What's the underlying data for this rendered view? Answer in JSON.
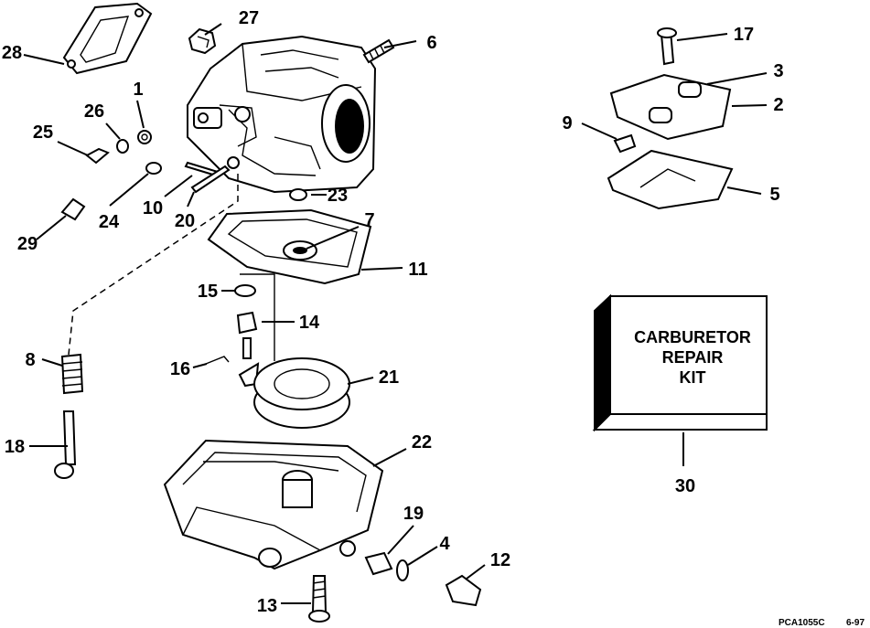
{
  "diagram": {
    "parts": [
      {
        "id": "p1",
        "num": "1"
      },
      {
        "id": "p2",
        "num": "2"
      },
      {
        "id": "p3",
        "num": "3"
      },
      {
        "id": "p4",
        "num": "4"
      },
      {
        "id": "p5",
        "num": "5"
      },
      {
        "id": "p6",
        "num": "6"
      },
      {
        "id": "p7",
        "num": "7"
      },
      {
        "id": "p8",
        "num": "8"
      },
      {
        "id": "p9",
        "num": "9"
      },
      {
        "id": "p10",
        "num": "10"
      },
      {
        "id": "p11",
        "num": "11"
      },
      {
        "id": "p12",
        "num": "12"
      },
      {
        "id": "p13",
        "num": "13"
      },
      {
        "id": "p14",
        "num": "14"
      },
      {
        "id": "p15",
        "num": "15"
      },
      {
        "id": "p16",
        "num": "16"
      },
      {
        "id": "p17",
        "num": "17"
      },
      {
        "id": "p18",
        "num": "18"
      },
      {
        "id": "p19",
        "num": "19"
      },
      {
        "id": "p20",
        "num": "20"
      },
      {
        "id": "p21",
        "num": "21"
      },
      {
        "id": "p22",
        "num": "22"
      },
      {
        "id": "p23",
        "num": "23"
      },
      {
        "id": "p24",
        "num": "24"
      },
      {
        "id": "p25",
        "num": "25"
      },
      {
        "id": "p26",
        "num": "26"
      },
      {
        "id": "p27",
        "num": "27"
      },
      {
        "id": "p28",
        "num": "28"
      },
      {
        "id": "p29",
        "num": "29"
      },
      {
        "id": "p30",
        "num": "30"
      }
    ],
    "kit_box": {
      "line1": "CARBURETOR",
      "line2": "REPAIR",
      "line3": "KIT"
    },
    "figure_code": "PCA1055C",
    "figure_date": "6-97"
  }
}
